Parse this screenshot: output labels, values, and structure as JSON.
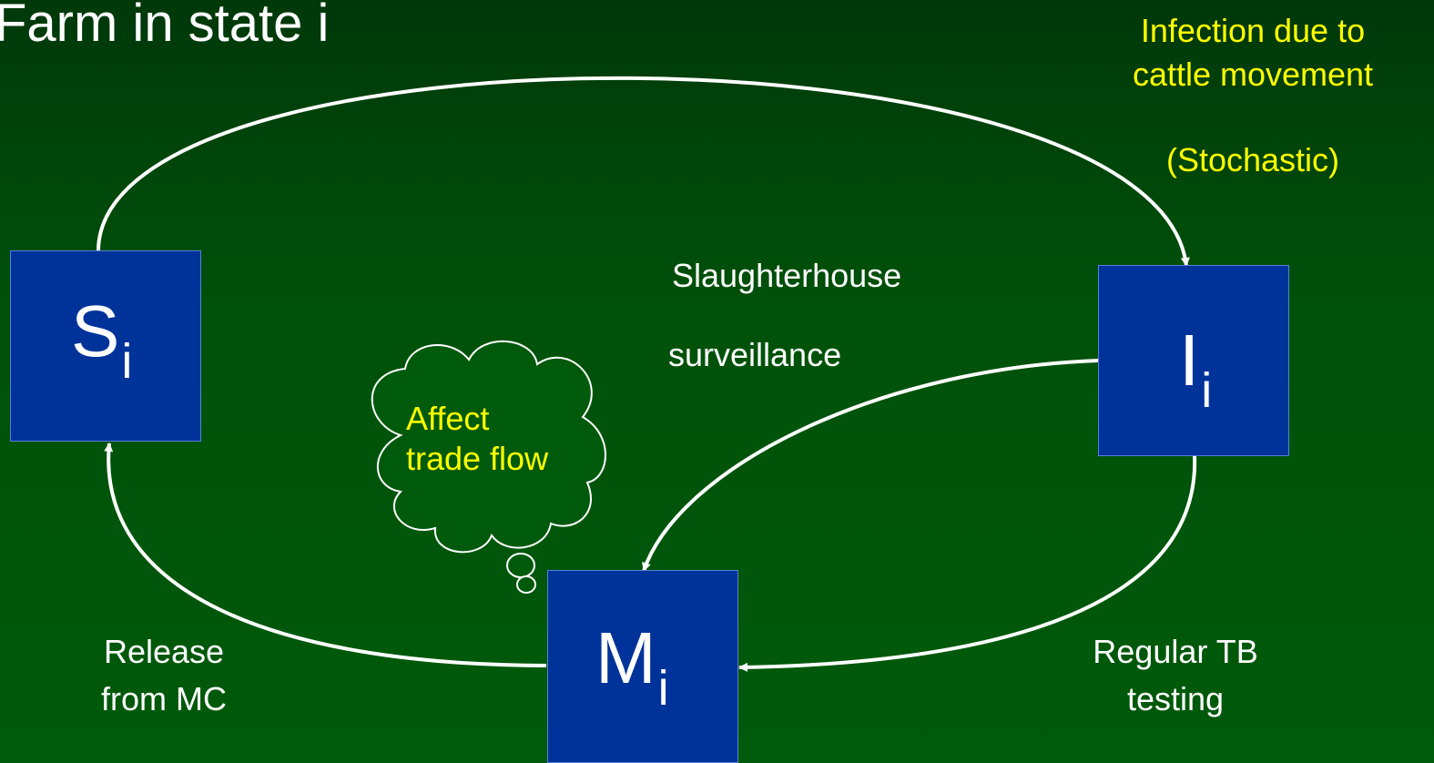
{
  "title": "Farm in state i",
  "states": {
    "S": {
      "symbol": "S",
      "subscript": "i"
    },
    "I": {
      "symbol": "I",
      "subscript": "i"
    },
    "M": {
      "symbol": "M",
      "subscript": "i"
    }
  },
  "labels": {
    "infection_line1": "Infection due to",
    "infection_line2": "cattle movement",
    "stochastic": "(Stochastic)",
    "slaughter_line1": "Slaughterhouse",
    "slaughter_line2": "surveillance",
    "release_line1": "Release",
    "release_line2": "from MC",
    "testing_line1": "Regular TB",
    "testing_line2": "testing"
  },
  "thought_bubble": {
    "line1": "Affect",
    "line2": "trade flow"
  },
  "colors": {
    "background": "#005208",
    "box_fill": "#003399",
    "text": "#ffffff",
    "highlight_text": "#ffff00",
    "arrows": "#ffffff"
  }
}
